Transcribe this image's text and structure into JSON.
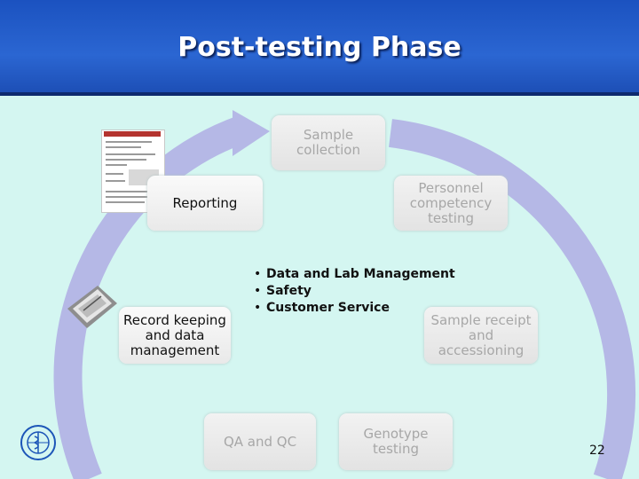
{
  "title": "Post-testing Phase",
  "boxes": {
    "sample_collection": "Sample collection",
    "personnel_competency": "Personnel competency testing",
    "reporting": "Reporting",
    "record_keeping": "Record keeping and data management",
    "sample_receipt": "Sample receipt and accessioning",
    "qa_qc": "QA and QC",
    "genotype_testing": "Genotype testing"
  },
  "bullets": [
    "Data and Lab Management",
    "Safety",
    "Customer Service"
  ],
  "page_number": "22",
  "icons": [
    "report-document-icon",
    "file-folder-icon",
    "who-emblem-icon"
  ],
  "colors": {
    "header": "#2b66d2",
    "background": "#d4f6f1",
    "cycle_arrow": "#b5b8e6"
  }
}
